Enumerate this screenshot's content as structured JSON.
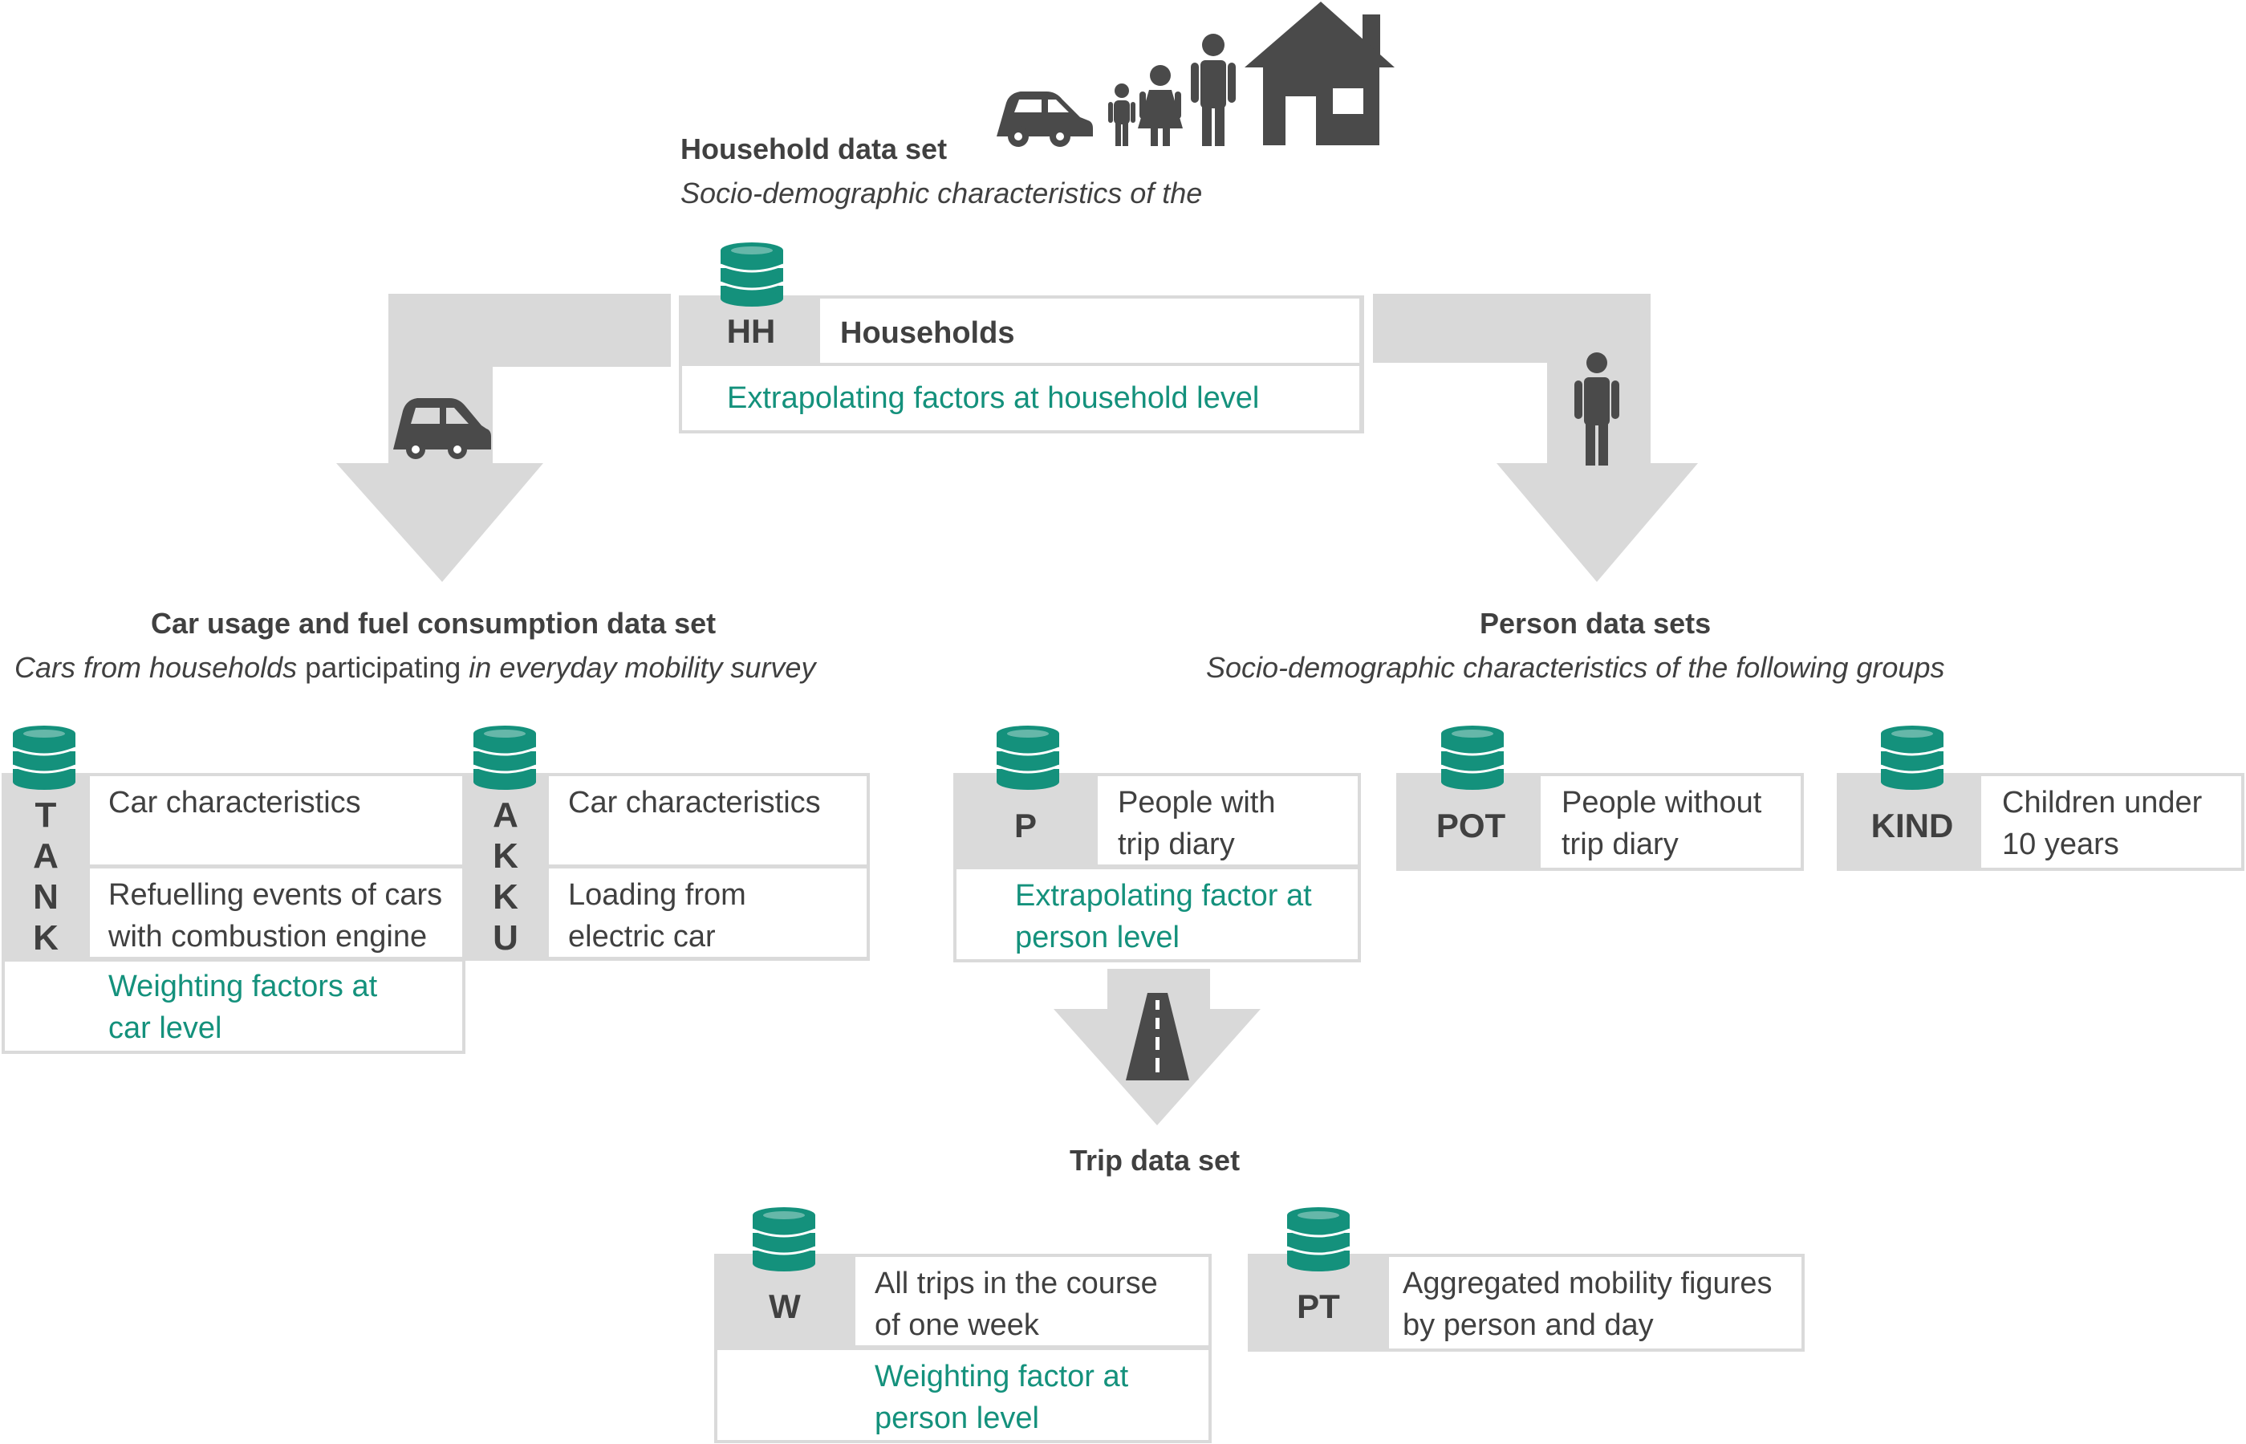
{
  "household": {
    "title": "Household data set",
    "subtitle": "Socio-demographic characteristics of the",
    "code": "HH",
    "label": "Households",
    "factor": "Extrapolating factors at household level"
  },
  "car": {
    "title": "Car usage and fuel consumption data set",
    "subtitle_parts": [
      "Cars from households",
      " participating ",
      "in everyday mobility survey"
    ],
    "tank": {
      "letters": [
        "T",
        "A",
        "N",
        "K"
      ],
      "row1": "Car characteristics",
      "row2": "Refuelling events of cars\nwith combustion engine",
      "factor": "Weighting factors at\ncar level"
    },
    "akku": {
      "letters": [
        "A",
        "K",
        "K",
        "U"
      ],
      "row1": "Car characteristics",
      "row2": "Loading from\nelectric car"
    }
  },
  "person": {
    "title": "Person data sets",
    "subtitle": "Socio-demographic characteristics of the following groups",
    "p": {
      "code": "P",
      "label": "People with\ntrip diary",
      "factor": "Extrapolating factor at\nperson level"
    },
    "pot": {
      "code": "POT",
      "label": "People without\ntrip diary"
    },
    "kind": {
      "code": "KIND",
      "label": "Children under\n10 years"
    }
  },
  "trip": {
    "title": "Trip data set",
    "w": {
      "code": "W",
      "label": "All trips in the course\nof one week",
      "factor": "Weighting factor at\nperson level"
    },
    "pt": {
      "code": "PT",
      "label": "Aggregated mobility figures\nby person and day"
    }
  },
  "colors": {
    "accent": "#14917c",
    "arrow": "#d9d9d9",
    "box": "#dadada",
    "text": "#404040",
    "icon": "#4a4a4a"
  },
  "icons": [
    "car-icon",
    "family-icon",
    "house-icon",
    "database-icon",
    "person-icon",
    "road-icon"
  ]
}
